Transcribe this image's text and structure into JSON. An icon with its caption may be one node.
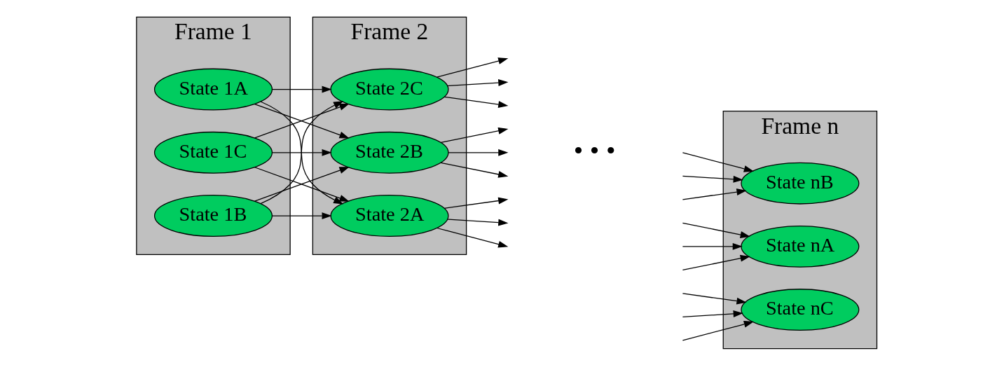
{
  "diagram": {
    "nodes": [
      {
        "text": [
          "Frame 1"
        ]
      },
      {
        "text": [
          "State 1A"
        ],
        "in": 0
      },
      {
        "text": [
          "State 1B"
        ],
        "in": 0
      },
      {
        "text": [
          "State 1C"
        ],
        "in": 0
      },
      {
        "text": [
          "Frame 2"
        ]
      },
      {
        "text": [
          "State 2A"
        ],
        "in": 4
      },
      {
        "text": [
          "State 2B"
        ],
        "in": 4
      },
      {
        "text": [
          "State 2C"
        ],
        "in": 4
      },
      {
        "text": [
          "Frame n"
        ]
      },
      {
        "text": [
          "State nA"
        ],
        "in": 8
      },
      {
        "text": [
          "State nB"
        ],
        "in": 8
      },
      {
        "text": [
          "State nC"
        ],
        "in": 8
      }
    ],
    "edges": [
      {
        "from": 1,
        "to": 5,
        "arrow": "to"
      },
      {
        "from": 1,
        "to": 6,
        "arrow": "to"
      },
      {
        "from": 1,
        "to": 7,
        "arrow": "to"
      },
      {
        "from": 2,
        "to": 5,
        "arrow": "to"
      },
      {
        "from": 2,
        "to": 6,
        "arrow": "to"
      },
      {
        "from": 2,
        "to": 7,
        "arrow": "to"
      },
      {
        "from": 3,
        "to": 5,
        "arrow": "to"
      },
      {
        "from": 3,
        "to": 6,
        "arrow": "to"
      },
      {
        "from": 3,
        "to": 7,
        "arrow": "to"
      },
      {
        "from": 5,
        "to": null,
        "arrow": "to"
      },
      {
        "from": 5,
        "to": null,
        "arrow": "to"
      },
      {
        "from": 5,
        "to": null,
        "arrow": "to"
      },
      {
        "from": 6,
        "to": null,
        "arrow": "to"
      },
      {
        "from": 6,
        "to": null,
        "arrow": "to"
      },
      {
        "from": 6,
        "to": null,
        "arrow": "to"
      },
      {
        "from": 7,
        "to": null,
        "arrow": "to"
      },
      {
        "from": 7,
        "to": null,
        "arrow": "to"
      },
      {
        "from": 7,
        "to": null,
        "arrow": "to"
      },
      {
        "from": null,
        "to": 9,
        "arrow": "to"
      },
      {
        "from": null,
        "to": 10,
        "arrow": "to"
      },
      {
        "from": null,
        "to": 11,
        "arrow": "to"
      },
      {
        "from": null,
        "to": 9,
        "arrow": "to"
      },
      {
        "from": null,
        "to": 10,
        "arrow": "to"
      },
      {
        "from": null,
        "to": 11,
        "arrow": "to"
      },
      {
        "from": null,
        "to": 9,
        "arrow": "to"
      },
      {
        "from": null,
        "to": 10,
        "arrow": "to"
      },
      {
        "from": null,
        "to": 11,
        "arrow": "to"
      }
    ],
    "labels": [
      "• • •"
    ]
  }
}
